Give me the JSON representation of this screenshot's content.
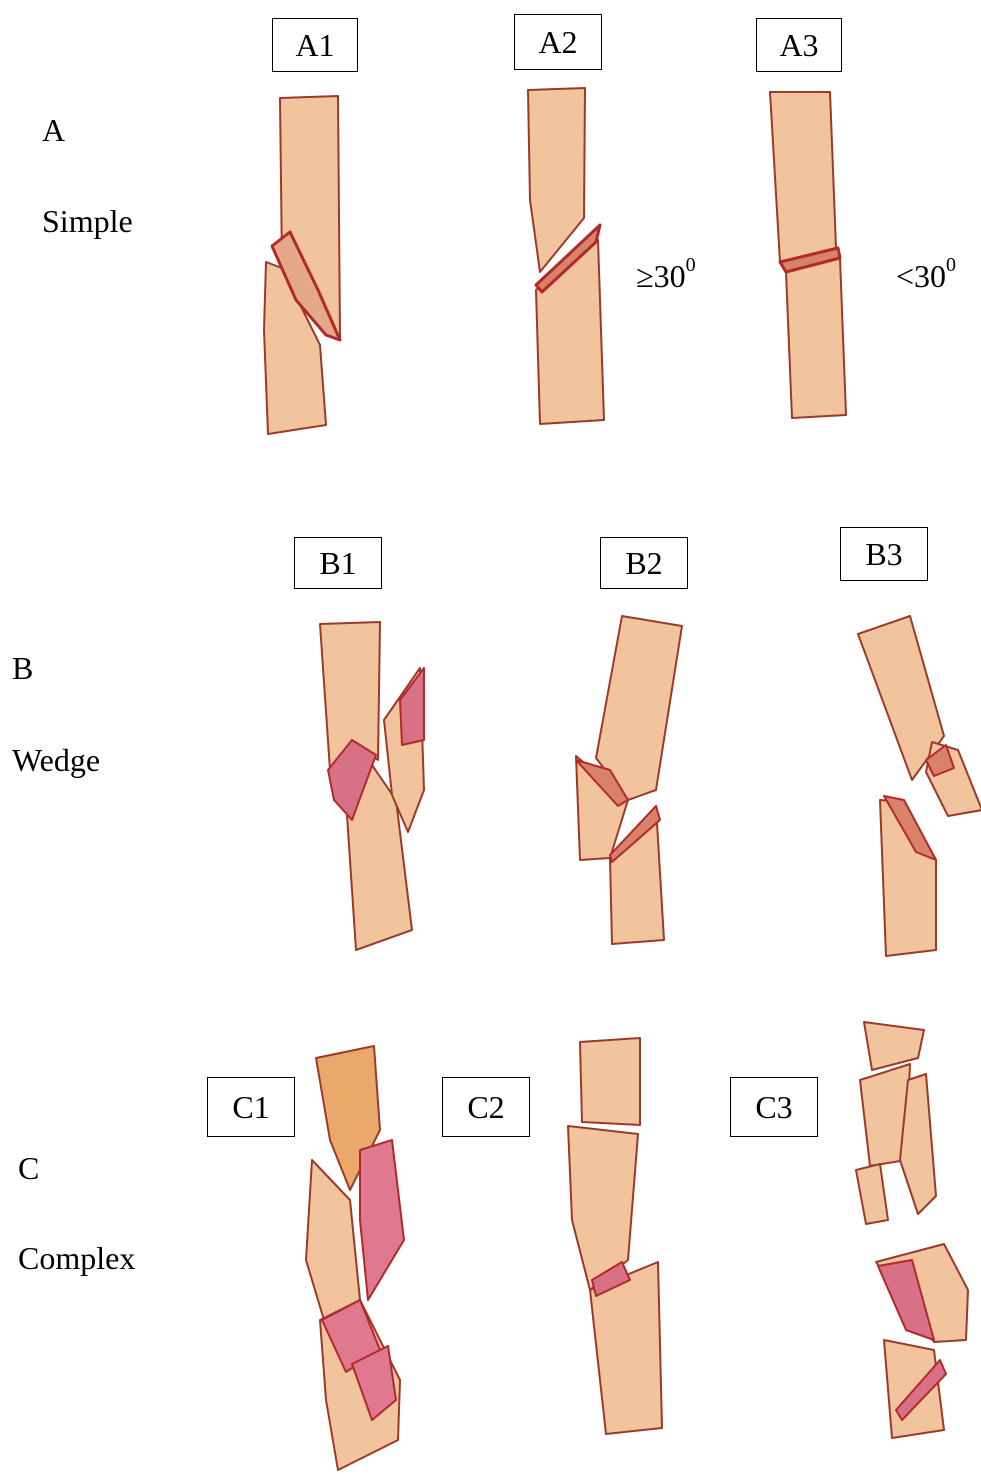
{
  "groups": [
    {
      "letter": "A",
      "name": "Simple"
    },
    {
      "letter": "B",
      "name": "Wedge"
    },
    {
      "letter": "C",
      "name": "Complex"
    }
  ],
  "subtypes": {
    "A1": "A1",
    "A2": "A2",
    "A3": "A3",
    "B1": "B1",
    "B2": "B2",
    "B3": "B3",
    "C1": "C1",
    "C2": "C2",
    "C3": "C3"
  },
  "angles": {
    "a2": {
      "symbol": "≥30",
      "sup": "0"
    },
    "a3": {
      "symbol": "<30",
      "sup": "0"
    }
  },
  "colors": {
    "bone_fill": "#f2c49d",
    "bone_outline": "#9a3a2a",
    "fracture_red": "#c0304a",
    "fracture_pink": "#e07890"
  }
}
